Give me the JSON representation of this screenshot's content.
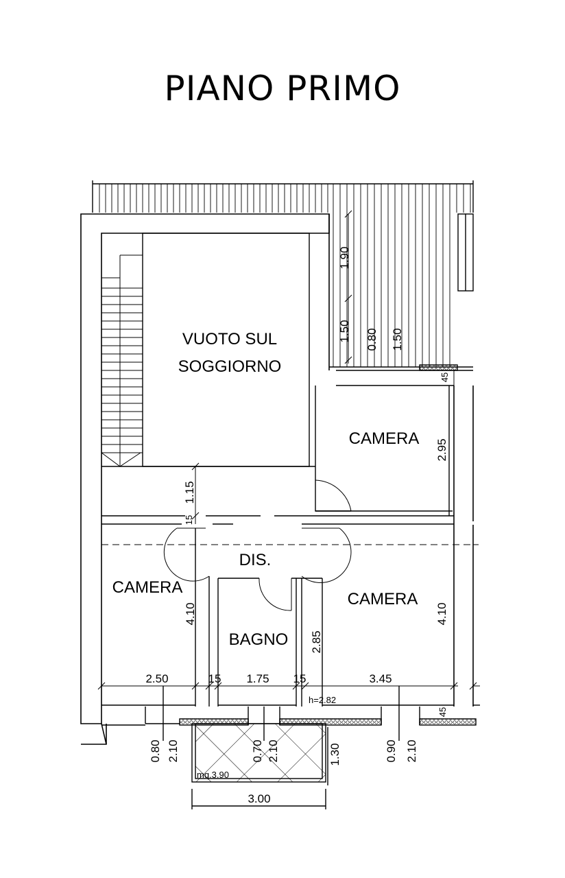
{
  "title": "PIANO PRIMO",
  "rooms": {
    "void_line1": "VUOTO SUL",
    "void_line2": "SOGGIORNO",
    "camera_ne": "CAMERA",
    "camera_w": "CAMERA",
    "camera_e": "CAMERA",
    "dis": "DIS.",
    "bagno": "BAGNO"
  },
  "dimensions": {
    "balcony_1": "1.90",
    "balcony_2": "1.50",
    "balcony_3": "0.80",
    "balcony_4": "1.50",
    "wall_ne": "45",
    "camera_ne_depth": "2.95",
    "corridor": "1.15",
    "wall_corridor": "15",
    "camera_w_depth": "4.10",
    "camera_e_depth": "4.10",
    "bagno_depth": "2.85",
    "width_camera_w": "2.50",
    "wall_1": "15",
    "width_bagno": "1.75",
    "wall_2": "15",
    "width_camera_e": "3.45",
    "height_note": "h=2.82",
    "wall_se": "45",
    "win_w_width": "0.80",
    "win_w_height": "2.10",
    "win_c_width": "0.70",
    "win_c_height": "2.10",
    "win_e_width": "0.90",
    "win_e_height": "2.10",
    "terrace_depth": "1.30",
    "terrace_area": "mq.3.90",
    "terrace_width": "3.00"
  },
  "colors": {
    "line": "#000000",
    "background": "#ffffff"
  }
}
